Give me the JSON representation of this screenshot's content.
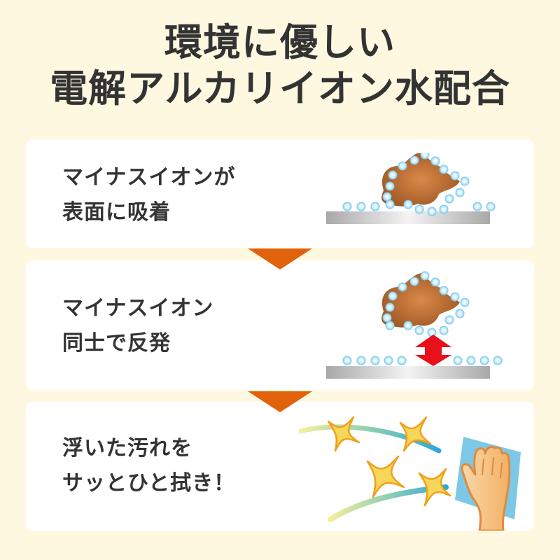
{
  "header": {
    "title_line1": "環境に優しい",
    "title_line2": "電解アルカリイオン水配合"
  },
  "steps": [
    {
      "line1": "マイナスイオンが",
      "line2": "表面に吸着",
      "illustration": "ions-adsorb-on-dirt-icon"
    },
    {
      "line1": "マイナスイオン",
      "line2": "同士で反発",
      "illustration": "ions-repel-double-arrow-icon"
    },
    {
      "line1": "浮いた汚れを",
      "line2": "サッとひと拭き！",
      "illustration": "hand-wiping-sparkles-icon"
    }
  ],
  "colors": {
    "background": "#fff8e1",
    "card": "#ffffff",
    "text": "#333333",
    "step_arrow": "#e0620a",
    "repel_arrow": "#e8101a",
    "dirt": "#b8672a",
    "ion": "#8fd3f0",
    "sparkle": "#f5cf4a",
    "cloth": "#7cc8e6",
    "hand": "#f3c48a"
  }
}
